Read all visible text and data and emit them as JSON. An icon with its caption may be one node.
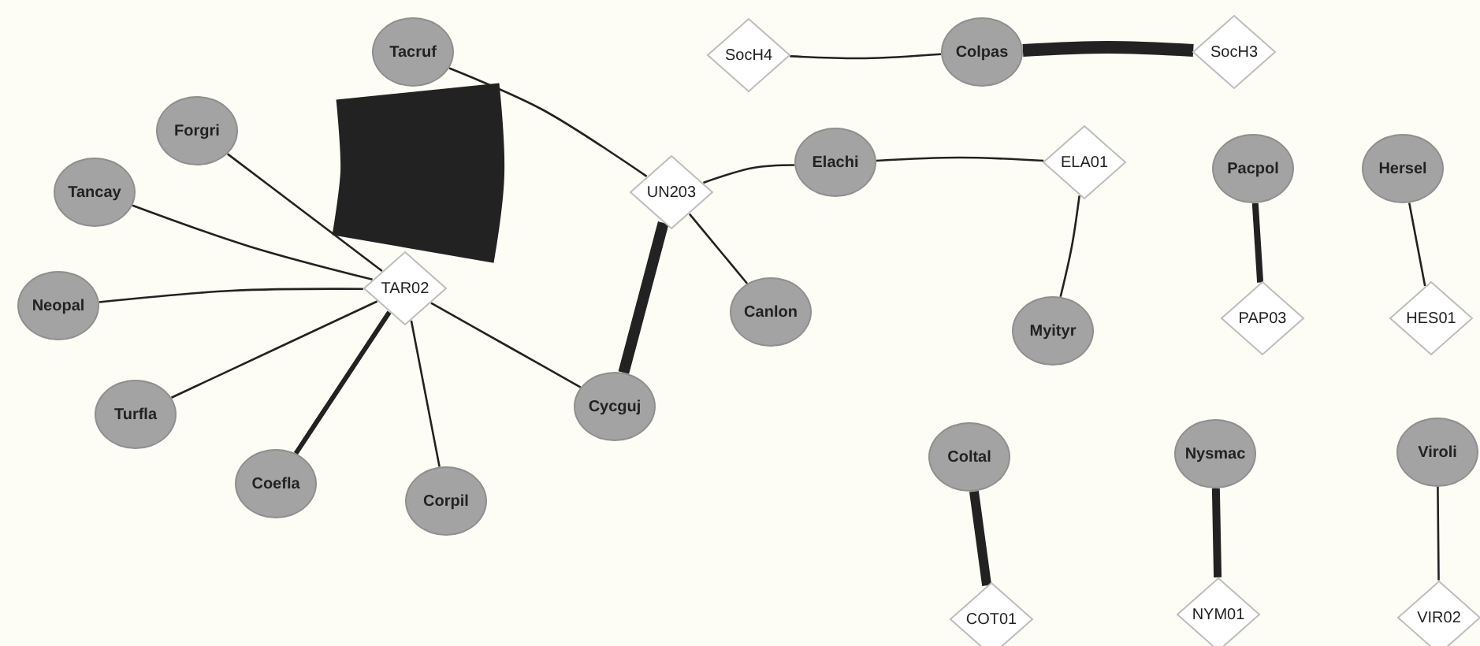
{
  "diagram": {
    "nodes": [
      {
        "text": [
          "Tacruf"
        ]
      },
      {
        "text": [
          "SocH4"
        ]
      },
      {
        "text": [
          "Colpas"
        ]
      },
      {
        "text": [
          "SocH3"
        ]
      },
      {
        "text": [
          "Forgri"
        ]
      },
      {
        "text": [
          "Tancay"
        ]
      },
      {
        "text": [
          "UN203"
        ]
      },
      {
        "text": [
          "Elachi"
        ]
      },
      {
        "text": [
          "ELA01"
        ]
      },
      {
        "text": [
          "Pacpol"
        ]
      },
      {
        "text": [
          "Hersel"
        ]
      },
      {
        "text": [
          "TAR02"
        ]
      },
      {
        "text": [
          "Neopal"
        ]
      },
      {
        "text": [
          "Canlon"
        ]
      },
      {
        "text": [
          "Myityr"
        ]
      },
      {
        "text": [
          "PAP03"
        ]
      },
      {
        "text": [
          "HES01"
        ]
      },
      {
        "text": [
          "Cycguj"
        ]
      },
      {
        "text": [
          "Turfla"
        ]
      },
      {
        "text": [
          "Coltal"
        ]
      },
      {
        "text": [
          "Nysmac"
        ]
      },
      {
        "text": [
          "Viroli"
        ]
      },
      {
        "text": [
          "Coefla"
        ]
      },
      {
        "text": [
          "Corpil"
        ]
      },
      {
        "text": [
          "COT01"
        ]
      },
      {
        "text": [
          "NYM01"
        ]
      },
      {
        "text": [
          "VIR02"
        ]
      }
    ],
    "edges": [
      {
        "from": 0,
        "to": 11,
        "arrow": "none",
        "style": "thick"
      },
      {
        "from": 4,
        "to": 11,
        "arrow": "none"
      },
      {
        "from": 5,
        "to": 11,
        "arrow": "none"
      },
      {
        "from": 12,
        "to": 11,
        "arrow": "none"
      },
      {
        "from": 18,
        "to": 11,
        "arrow": "none"
      },
      {
        "from": 22,
        "to": 11,
        "arrow": "none",
        "style": "thick"
      },
      {
        "from": 23,
        "to": 11,
        "arrow": "none"
      },
      {
        "from": 17,
        "to": 11,
        "arrow": "none"
      },
      {
        "from": 0,
        "to": 6,
        "arrow": "none"
      },
      {
        "from": 17,
        "to": 6,
        "arrow": "none",
        "style": "thick"
      },
      {
        "from": 13,
        "to": 6,
        "arrow": "none"
      },
      {
        "from": 7,
        "to": 6,
        "arrow": "none"
      },
      {
        "from": 7,
        "to": 8,
        "arrow": "none"
      },
      {
        "from": 14,
        "to": 8,
        "arrow": "none"
      },
      {
        "from": 2,
        "to": 1,
        "arrow": "none"
      },
      {
        "from": 2,
        "to": 3,
        "arrow": "none",
        "style": "thick"
      },
      {
        "from": 9,
        "to": 15,
        "arrow": "none",
        "style": "thick"
      },
      {
        "from": 10,
        "to": 16,
        "arrow": "none"
      },
      {
        "from": 19,
        "to": 24,
        "arrow": "none",
        "style": "thick"
      },
      {
        "from": 20,
        "to": 25,
        "arrow": "none",
        "style": "thick"
      },
      {
        "from": 21,
        "to": 26,
        "arrow": "none"
      }
    ]
  }
}
